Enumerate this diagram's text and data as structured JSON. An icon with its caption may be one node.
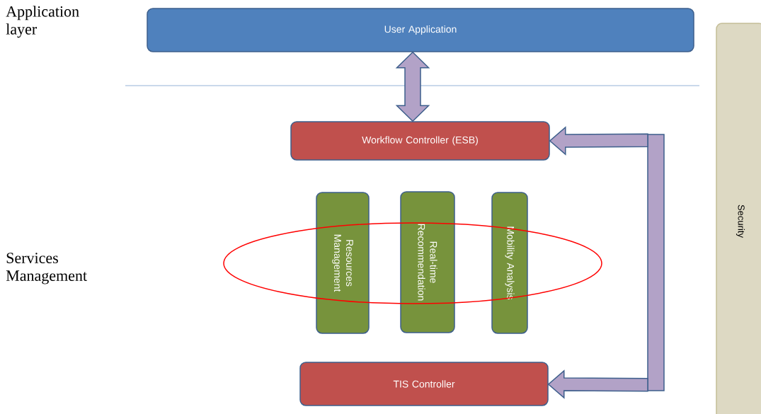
{
  "diagram": {
    "nodes": [
      {
        "text": [
          "User Application"
        ]
      },
      {
        "text": [
          "Workflow Controller (ESB)"
        ]
      },
      {
        "text": [
          "Resources Management"
        ]
      },
      {
        "text": [
          "Real-time Recommendation"
        ]
      },
      {
        "text": [
          "Mobility Analysis"
        ]
      },
      {
        "text": [
          "TIS Controller"
        ]
      },
      {
        "text": [
          "Security"
        ]
      },
      {
        "text": [],
        "shape": "bar"
      }
    ],
    "edges": [
      {
        "from": 0,
        "to": 1,
        "arrow": "both"
      },
      {
        "from": 7,
        "to": 1,
        "arrow": "to"
      },
      {
        "from": 7,
        "to": 5,
        "arrow": "to"
      }
    ],
    "labels": [
      "Application layer",
      "Services Management"
    ]
  }
}
